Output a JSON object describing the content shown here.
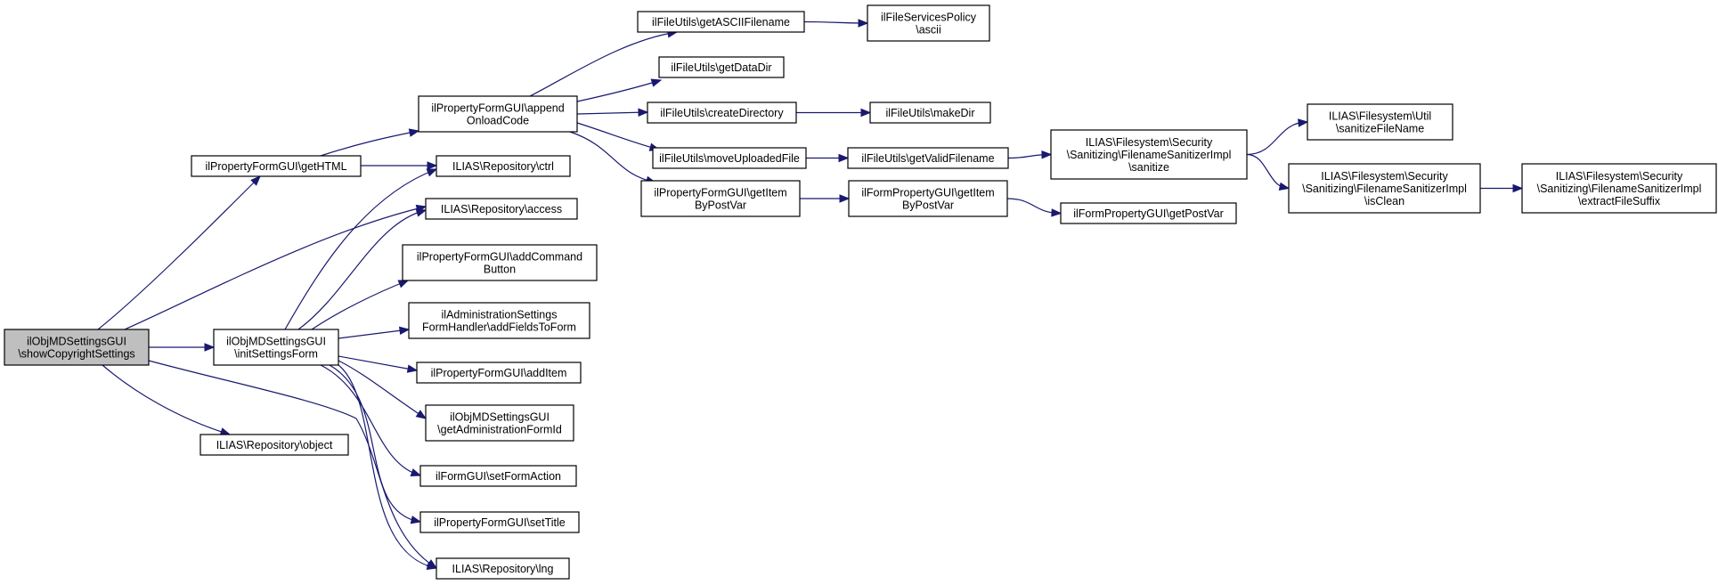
{
  "nodes": [
    {
      "id": "root",
      "lines": [
        "ilObjMDSettingsGUI",
        "\\showCopyrightSettings"
      ],
      "root": true
    },
    {
      "id": "getHTML",
      "lines": [
        "ilPropertyFormGUI\\getHTML"
      ]
    },
    {
      "id": "initSettingsForm",
      "lines": [
        "ilObjMDSettingsGUI",
        "\\initSettingsForm"
      ]
    },
    {
      "id": "object",
      "lines": [
        "ILIAS\\Repository\\object"
      ]
    },
    {
      "id": "appendOnload",
      "lines": [
        "ilPropertyFormGUI\\append",
        "OnloadCode"
      ]
    },
    {
      "id": "ctrl",
      "lines": [
        "ILIAS\\Repository\\ctrl"
      ]
    },
    {
      "id": "access",
      "lines": [
        "ILIAS\\Repository\\access"
      ]
    },
    {
      "id": "addCommand",
      "lines": [
        "ilPropertyFormGUI\\addCommand",
        "Button"
      ]
    },
    {
      "id": "addFields",
      "lines": [
        "ilAdministrationSettings",
        "FormHandler\\addFieldsToForm"
      ]
    },
    {
      "id": "addItem",
      "lines": [
        "ilPropertyFormGUI\\addItem"
      ]
    },
    {
      "id": "getAdminFormId",
      "lines": [
        "ilObjMDSettingsGUI",
        "\\getAdministrationFormId"
      ]
    },
    {
      "id": "setFormAction",
      "lines": [
        "ilFormGUI\\setFormAction"
      ]
    },
    {
      "id": "setTitle",
      "lines": [
        "ilPropertyFormGUI\\setTitle"
      ]
    },
    {
      "id": "lng",
      "lines": [
        "ILIAS\\Repository\\lng"
      ]
    },
    {
      "id": "getASCII",
      "lines": [
        "ilFileUtils\\getASCIIFilename"
      ]
    },
    {
      "id": "getDataDir",
      "lines": [
        "ilFileUtils\\getDataDir"
      ]
    },
    {
      "id": "createDir",
      "lines": [
        "ilFileUtils\\createDirectory"
      ]
    },
    {
      "id": "moveUploaded",
      "lines": [
        "ilFileUtils\\moveUploadedFile"
      ]
    },
    {
      "id": "pfGetItem",
      "lines": [
        "ilPropertyFormGUI\\getItem",
        "ByPostVar"
      ]
    },
    {
      "id": "ascii",
      "lines": [
        "ilFileServicesPolicy",
        "\\ascii"
      ]
    },
    {
      "id": "makeDir",
      "lines": [
        "ilFileUtils\\makeDir"
      ]
    },
    {
      "id": "getValidFilename",
      "lines": [
        "ilFileUtils\\getValidFilename"
      ]
    },
    {
      "id": "fpGetItem",
      "lines": [
        "ilFormPropertyGUI\\getItem",
        "ByPostVar"
      ]
    },
    {
      "id": "sanitize",
      "lines": [
        "ILIAS\\Filesystem\\Security",
        "\\Sanitizing\\FilenameSanitizerImpl",
        "\\sanitize"
      ]
    },
    {
      "id": "getPostVar",
      "lines": [
        "ilFormPropertyGUI\\getPostVar"
      ]
    },
    {
      "id": "sanitizeFileName",
      "lines": [
        "ILIAS\\Filesystem\\Util",
        "\\sanitizeFileName"
      ]
    },
    {
      "id": "isClean",
      "lines": [
        "ILIAS\\Filesystem\\Security",
        "\\Sanitizing\\FilenameSanitizerImpl",
        "\\isClean"
      ]
    },
    {
      "id": "extractSuffix",
      "lines": [
        "ILIAS\\Filesystem\\Security",
        "\\Sanitizing\\FilenameSanitizerImpl",
        "\\extractFileSuffix"
      ]
    }
  ],
  "edges": [
    {
      "from": "root",
      "to": "getHTML"
    },
    {
      "from": "root",
      "to": "access"
    },
    {
      "from": "root",
      "to": "initSettingsForm"
    },
    {
      "from": "root",
      "to": "object"
    },
    {
      "from": "root",
      "to": "lng"
    },
    {
      "from": "getHTML",
      "to": "appendOnload"
    },
    {
      "from": "getHTML",
      "to": "ctrl"
    },
    {
      "from": "initSettingsForm",
      "to": "ctrl"
    },
    {
      "from": "initSettingsForm",
      "to": "access"
    },
    {
      "from": "initSettingsForm",
      "to": "addCommand"
    },
    {
      "from": "initSettingsForm",
      "to": "addFields"
    },
    {
      "from": "initSettingsForm",
      "to": "addItem"
    },
    {
      "from": "initSettingsForm",
      "to": "getAdminFormId"
    },
    {
      "from": "initSettingsForm",
      "to": "setFormAction"
    },
    {
      "from": "initSettingsForm",
      "to": "setTitle"
    },
    {
      "from": "initSettingsForm",
      "to": "lng"
    },
    {
      "from": "appendOnload",
      "to": "getASCII"
    },
    {
      "from": "appendOnload",
      "to": "getDataDir"
    },
    {
      "from": "appendOnload",
      "to": "createDir"
    },
    {
      "from": "appendOnload",
      "to": "moveUploaded"
    },
    {
      "from": "appendOnload",
      "to": "pfGetItem"
    },
    {
      "from": "getASCII",
      "to": "ascii"
    },
    {
      "from": "createDir",
      "to": "makeDir"
    },
    {
      "from": "moveUploaded",
      "to": "getValidFilename"
    },
    {
      "from": "pfGetItem",
      "to": "fpGetItem"
    },
    {
      "from": "getValidFilename",
      "to": "sanitize"
    },
    {
      "from": "fpGetItem",
      "to": "getPostVar"
    },
    {
      "from": "sanitize",
      "to": "sanitizeFileName"
    },
    {
      "from": "sanitize",
      "to": "isClean"
    },
    {
      "from": "isClean",
      "to": "extractSuffix"
    }
  ]
}
